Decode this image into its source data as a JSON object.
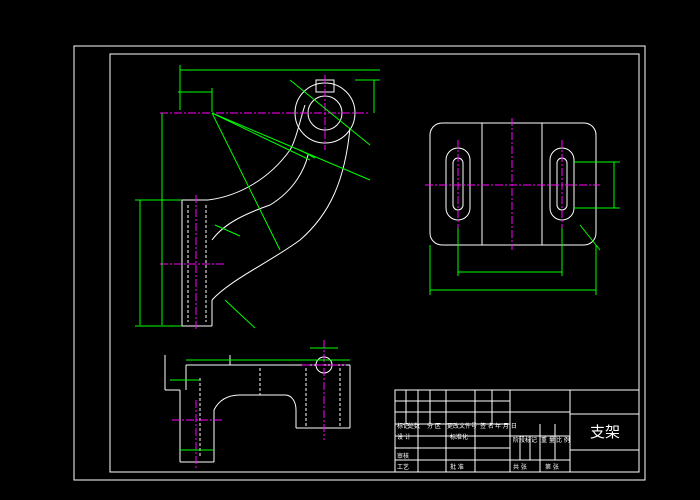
{
  "drawing": {
    "title": "支架",
    "colors": {
      "background": "#000000",
      "outline": "#ffffff",
      "dimension": "#00ff00",
      "centerline": "#ff00ff",
      "hidden": "#ffffff"
    }
  },
  "title_block": {
    "row1": [
      "标记",
      "处数",
      "分 区",
      "更改文件号",
      "签 名",
      "年 月 日"
    ],
    "row2": [
      "设 计",
      "标准化",
      "阶段标记",
      "重 量",
      "比 例"
    ],
    "row3": [
      "审核"
    ],
    "row4": [
      "工艺",
      "批 准",
      "共 张",
      "第 张"
    ]
  }
}
